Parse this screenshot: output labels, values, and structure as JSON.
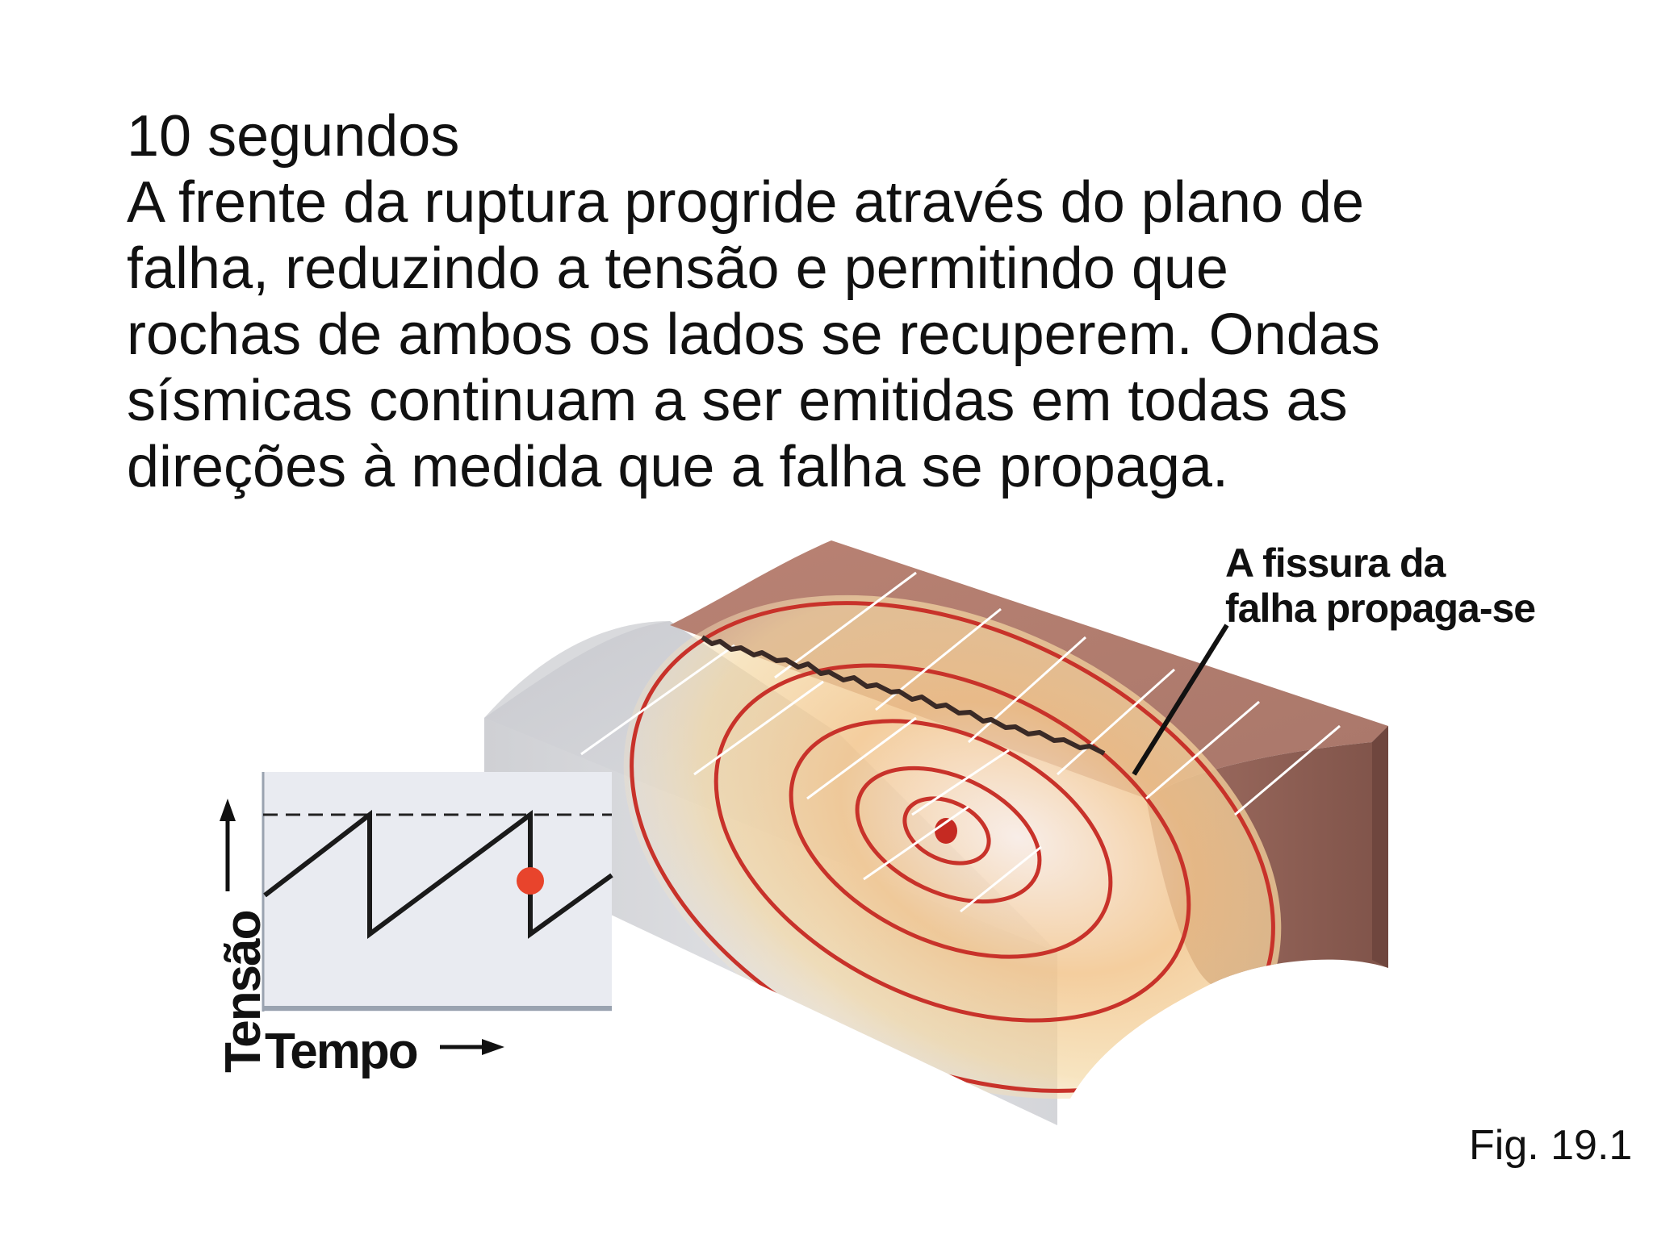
{
  "heading": {
    "lines": [
      "10 segundos",
      "A frente da ruptura progride através do plano de",
      "falha, reduzindo a tensão e permitindo que",
      "rochas de ambos os lados se recuperem. Ondas",
      "sísmicas continuam a ser emitidas em todas as",
      "direções à medida que a falha se propaga."
    ]
  },
  "callout": {
    "lines": [
      "A fissura  da",
      "falha propaga-se"
    ]
  },
  "graph": {
    "y_label": "Tensão",
    "x_label": "Tempo"
  },
  "figure_label": "Fig. 19.1",
  "colors": {
    "rock_top": "#b37e70",
    "rock_side": "#8a5a4f",
    "gray_block": "#d8d8dc",
    "wave_line": "#c8322a",
    "marker": "#e8442c",
    "graph_bg": "#e9ebf1"
  }
}
